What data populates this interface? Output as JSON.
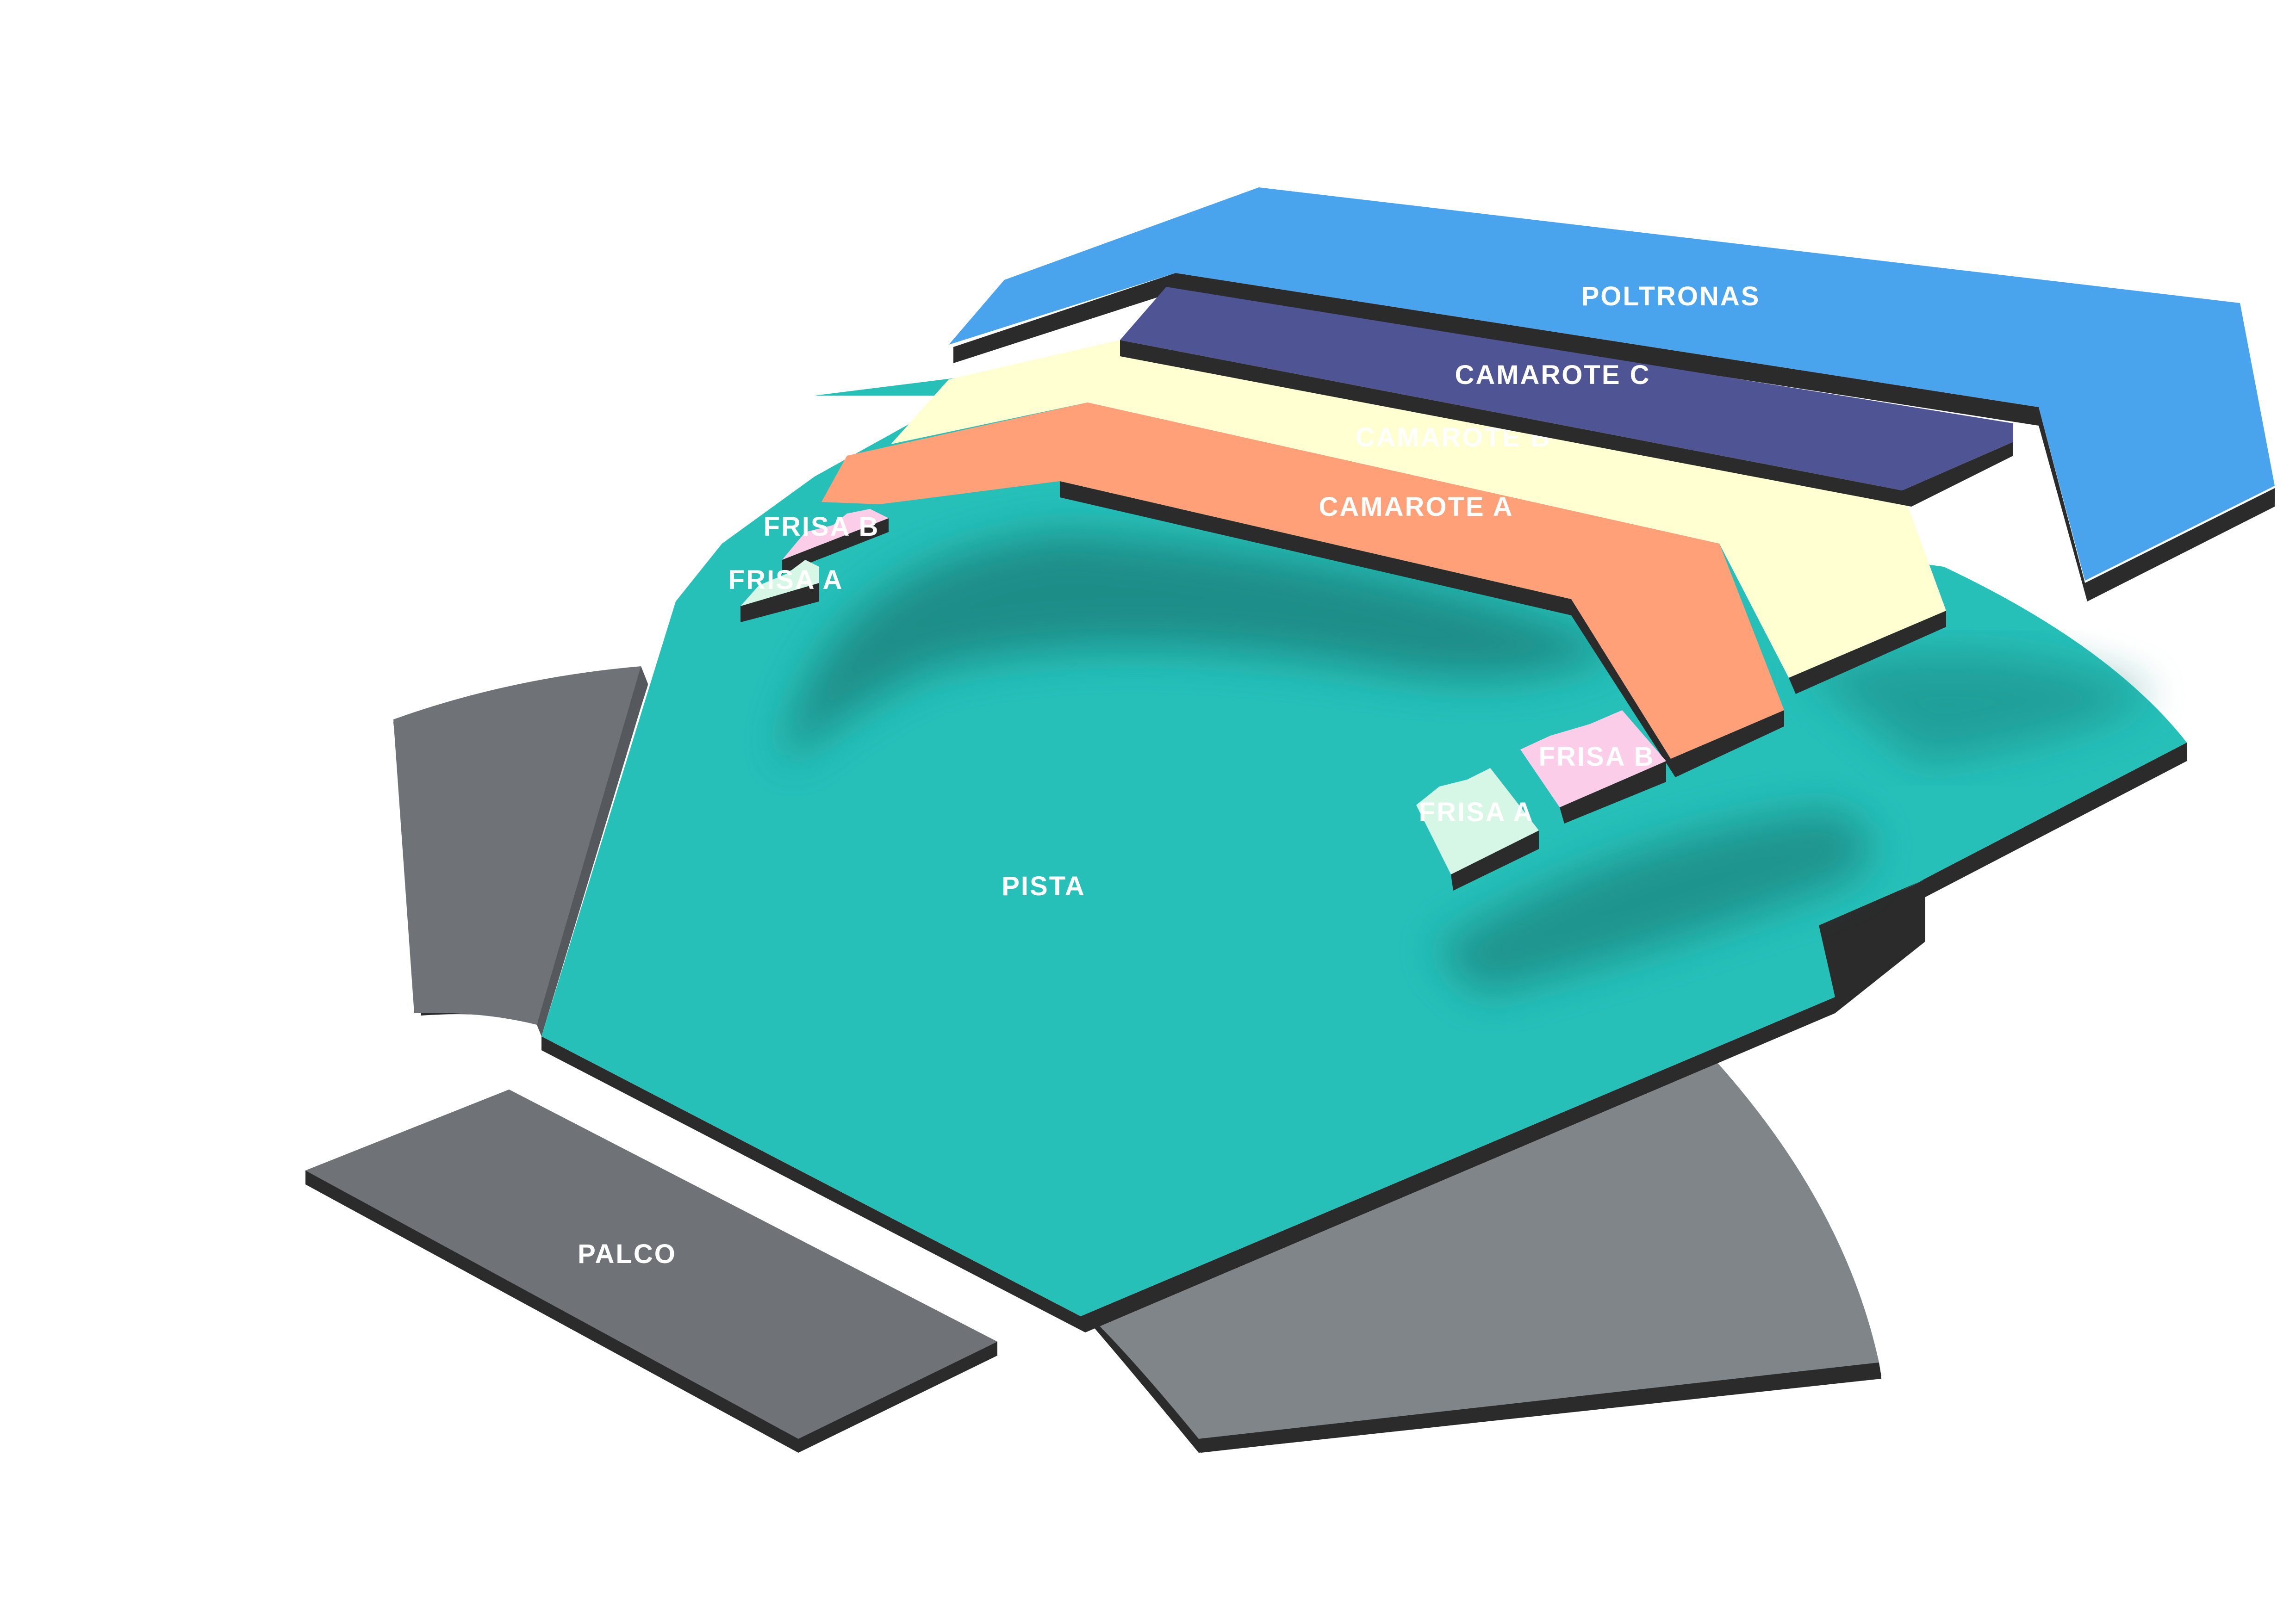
{
  "zones": {
    "poltronas": {
      "label": "POLTRONAS",
      "color": "#4aa3ed"
    },
    "camarote_c": {
      "label": "CAMAROTE C",
      "color": "#4e5494"
    },
    "camarote_b": {
      "label": "CAMAROTE B",
      "color": "#ffffd2"
    },
    "camarote_a": {
      "label": "CAMAROTE A",
      "color": "#ffa078"
    },
    "frisa_b_left": {
      "label": "FRISA B",
      "color": "#fccde8"
    },
    "frisa_a_left": {
      "label": "FRISA A",
      "color": "#d6f7e6"
    },
    "frisa_b_right": {
      "label": "FRISA B",
      "color": "#fccde8"
    },
    "frisa_a_right": {
      "label": "FRISA A",
      "color": "#d6f7e6"
    },
    "pista": {
      "label": "PISTA",
      "color": "#26c0b9"
    },
    "palco": {
      "label": "PALCO",
      "color": "#6f7378"
    }
  },
  "colors": {
    "side_block": "#6f7378",
    "edge_shadow": "#2b2b2b",
    "floor_shadow": "#1a8580"
  }
}
